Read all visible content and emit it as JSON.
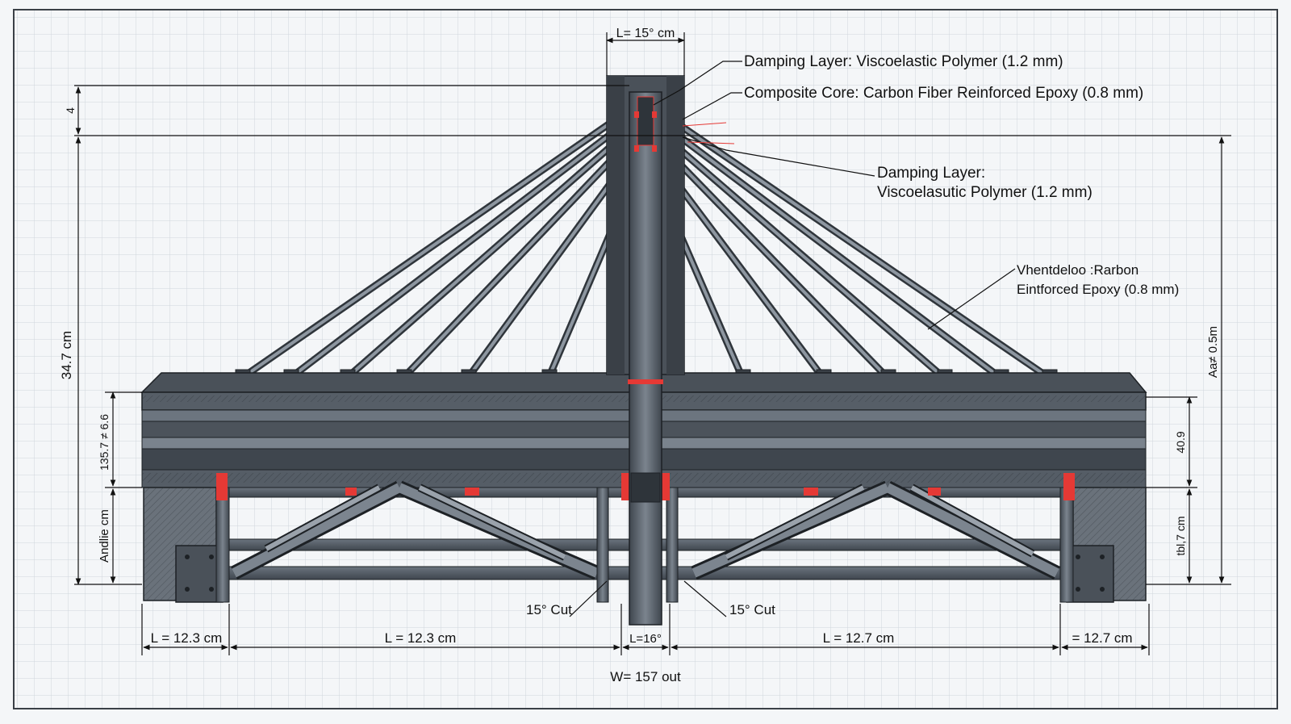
{
  "colors": {
    "paper": "#f4f6f8",
    "grid": "#c9d0d8",
    "steel_dark": "#3a4047",
    "steel_mid": "#5d6670",
    "steel_light": "#8a939d",
    "accent_red": "#e53935",
    "ink": "#111111"
  },
  "callouts": {
    "damping_top": "Damping Layer: Viscoelastic Polymer (1.2 mm)",
    "composite_top": "Composite Core: Carbon Fiber Reinforced Epoxy (0.8 mm)",
    "damping_mid_line1": "Damping Layer:",
    "damping_mid_line2": "Viscoelasutic Polymer (1.2 mm)",
    "vhent_line1": "Vhentdeloo :Rarbon",
    "vhent_line2": "Eintforced Epoxy (0.8 mm)"
  },
  "dimensions": {
    "top_width": "L= 15° cm",
    "left_top_small": "4",
    "left_total_height": "34.7 cm",
    "left_deck": "135.7 ≠ 6.6",
    "left_lower": "Andlie cm",
    "right_total_height": "Aa≠ 0.5m",
    "right_deck": "40.9",
    "right_lower": "tbl,7 cm",
    "cut_left": "15° Cut",
    "cut_right": "15° Cut",
    "seg_1": "L = 12.3 cm",
    "seg_2": "L = 12.3 cm",
    "seg_center": "L=16°",
    "seg_3": "L = 12.7 cm",
    "seg_4": "= 12.7 cm",
    "overall_width": "W= 157 out"
  }
}
